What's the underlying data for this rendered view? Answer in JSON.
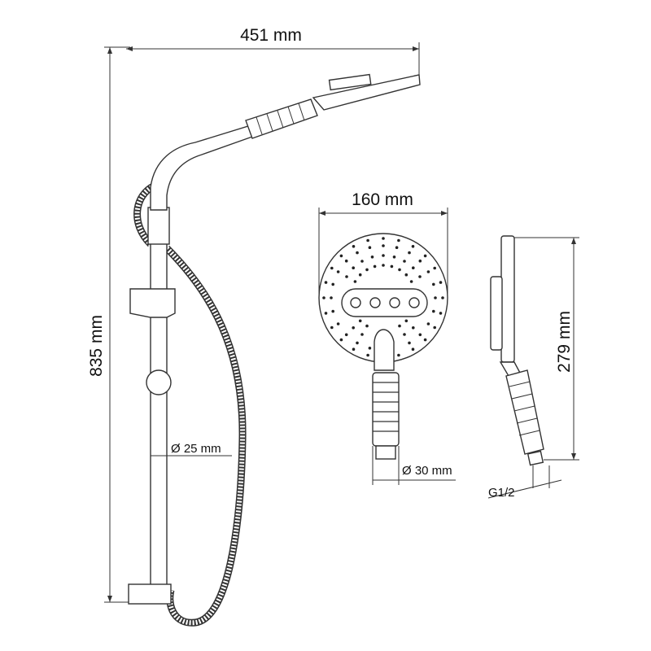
{
  "dimensions": {
    "total_width": "451 mm",
    "total_height": "835 mm",
    "head_diameter": "160 mm",
    "handshower_length": "279 mm",
    "rail_diameter": "Ø 25 mm",
    "handle_diameter": "Ø 30 mm",
    "thread": "G1/2"
  },
  "colors": {
    "line": "#333333",
    "background": "#ffffff"
  }
}
